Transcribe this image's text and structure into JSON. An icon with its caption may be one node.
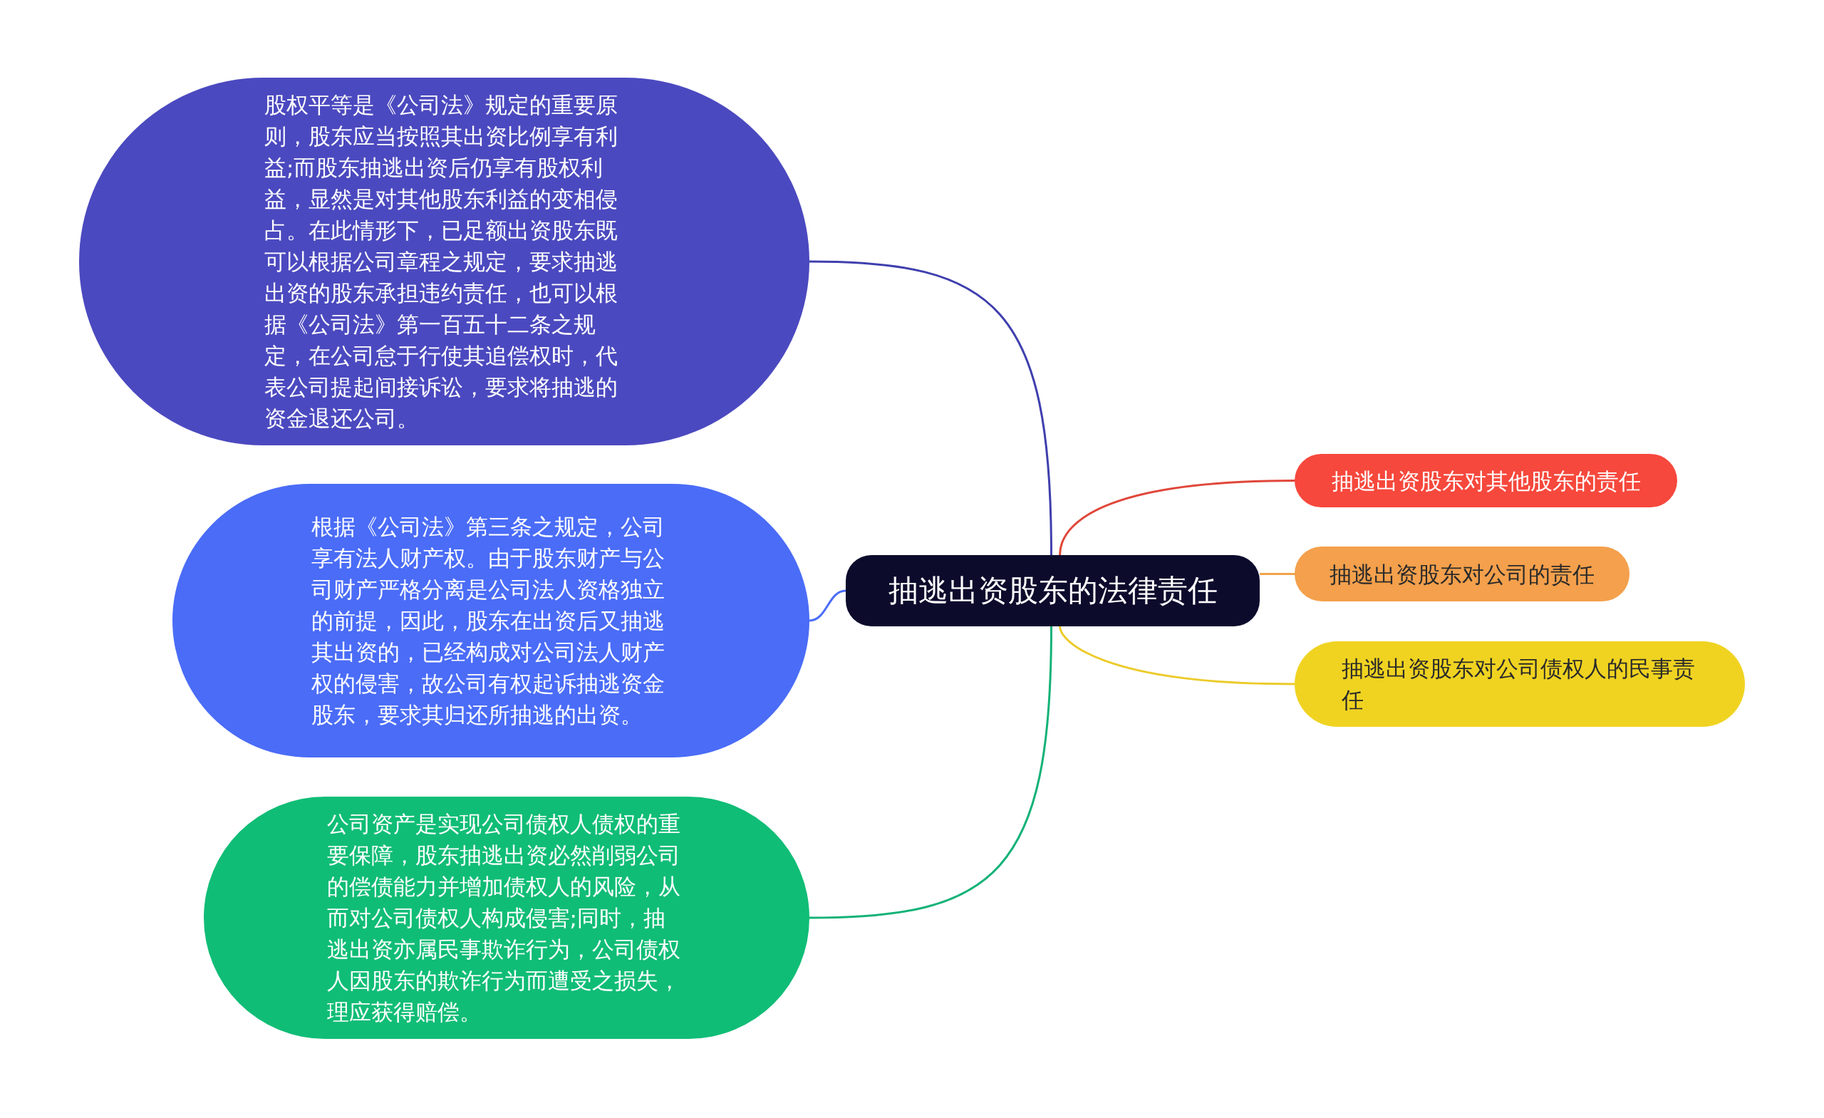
{
  "diagram": {
    "nodes": [
      {
        "text": [
          "抽逃出资股东的法律责任"
        ]
      },
      {
        "text": [
          "抽逃出资股东对其他股东的责任"
        ]
      },
      {
        "text": [
          "抽逃出资股东对公司的责任"
        ]
      },
      {
        "text": [
          "抽逃出资股东对公司债权人的民事责任"
        ]
      },
      {
        "text": [
          "股权平等是《公司法》规定的重要原则，股东应当按照其出资比例享有利益;而股东抽逃出资后仍享有股权利益，显然是对其他股东利益的变相侵占。在此情形下，已足额出资股东既可以根据公司章程之规定，要求抽逃出资的股东承担违约责任，也可以根据《公司法》第一百五十二条之规定，在公司怠于行使其追偿权时，代表公司提起间接诉讼，要求将抽逃的资金退还公司。"
        ]
      },
      {
        "text": [
          "根据《公司法》第三条之规定，公司享有法人财产权。由于股东财产与公司财产严格分离是公司法人资格独立的前提，因此，股东在出资后又抽逃其出资的，已经构成对公司法人财产权的侵害，故公司有权起诉抽逃资金股东，要求其归还所抽逃的出资。"
        ]
      },
      {
        "text": [
          "公司资产是实现公司债权人债权的重要保障，股东抽逃出资必然削弱公司的偿债能力并增加债权人的风险，从而对公司债权人构成侵害;同时，抽逃出资亦属民事欺诈行为，公司债权人因股东的欺诈行为而遭受之损失，理应获得赔偿。"
        ]
      }
    ],
    "edges": [
      {
        "from": 0,
        "to": 1,
        "arrow": "none",
        "color": "#e0473a"
      },
      {
        "from": 0,
        "to": 2,
        "arrow": "none",
        "color": "#f2a24b"
      },
      {
        "from": 0,
        "to": 3,
        "arrow": "none",
        "color": "#eccb2a"
      },
      {
        "from": 0,
        "to": 4,
        "arrow": "none",
        "color": "#3f3fae"
      },
      {
        "from": 0,
        "to": 5,
        "arrow": "none",
        "color": "#4a6cf7"
      },
      {
        "from": 0,
        "to": 6,
        "arrow": "none",
        "color": "#13b277"
      }
    ]
  }
}
